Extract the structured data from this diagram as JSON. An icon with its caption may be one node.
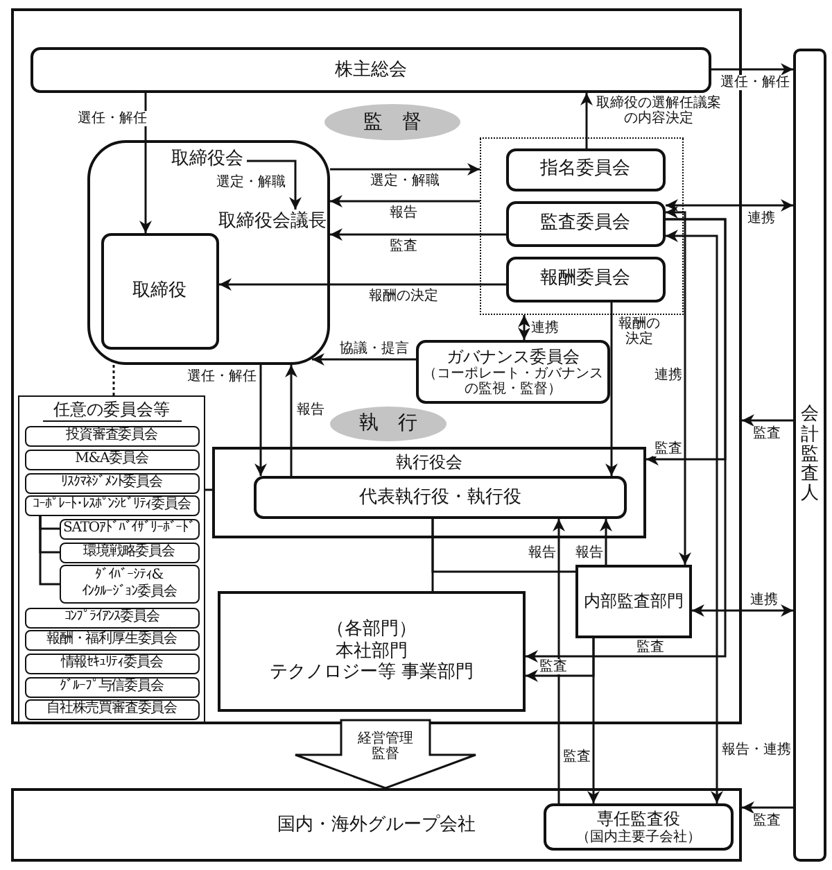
{
  "diagram": {
    "nodes": [
      {
        "text": [],
        "shape": "box"
      },
      {
        "text": [
          "株主総会"
        ],
        "in": 0
      },
      {
        "text": [
          "監督"
        ],
        "in": 0
      },
      {
        "text": [],
        "shape": "box",
        "in": 0
      },
      {
        "text": [
          "取締役会"
        ],
        "in": 3
      },
      {
        "text": [
          "取締役会議長"
        ],
        "in": 3
      },
      {
        "text": [
          "取締役"
        ],
        "in": 3
      },
      {
        "text": [],
        "shape": "box",
        "in": 0
      },
      {
        "text": [
          "指名委員会"
        ],
        "in": 7
      },
      {
        "text": [
          "監査委員会"
        ],
        "in": 7
      },
      {
        "text": [
          "報酬委員会"
        ],
        "in": 7
      },
      {
        "text": [
          "ガバナンス委員会",
          "（コーポレート・ガバナンスの監視・監督）"
        ],
        "in": 0
      },
      {
        "text": [
          "執行"
        ],
        "in": 0
      },
      {
        "text": [
          "執行役会"
        ],
        "in": 0
      },
      {
        "text": [
          "代表執行役・執行役"
        ],
        "in": 13
      },
      {
        "text": [
          "（各部門）",
          "本社部門",
          "テクノロジー等 事業部門"
        ],
        "in": 0
      },
      {
        "text": [
          "内部監査部門"
        ],
        "in": 0
      },
      {
        "text": [
          "任意の委員会等"
        ],
        "in": 0
      },
      {
        "text": [
          "投資審査委員会"
        ],
        "in": 17
      },
      {
        "text": [
          "M&A委員会"
        ],
        "in": 17
      },
      {
        "text": [
          "ﾘｽｸﾏﾈｼﾞﾒﾝﾄ委員会"
        ],
        "in": 17
      },
      {
        "text": [
          "ｺｰﾎﾟﾚｰﾄ･ﾚｽﾎﾟﾝｼﾋﾞﾘﾃｨ委員会"
        ],
        "in": 17
      },
      {
        "text": [
          "SATOｱﾄﾞﾊﾞｲｻﾞﾘｰﾎﾞｰﾄﾞ"
        ],
        "in": 17
      },
      {
        "text": [
          "環境戦略委員会"
        ],
        "in": 17
      },
      {
        "text": [
          "ﾀﾞｲﾊﾞｰｼﾃｨ& ｲﾝｸﾙｰｼﾞｮﾝ委員会"
        ],
        "in": 17
      },
      {
        "text": [
          "ｺﾝﾌﾟﾗｲｱﾝｽ委員会"
        ],
        "in": 17
      },
      {
        "text": [
          "報酬・福利厚生委員会"
        ],
        "in": 17
      },
      {
        "text": [
          "情報ｾｷｭﾘﾃｨ委員会"
        ],
        "in": 17
      },
      {
        "text": [
          "ｸﾞﾙｰﾌﾟ与信委員会"
        ],
        "in": 17
      },
      {
        "text": [
          "自社株売買審査委員会"
        ],
        "in": 17
      },
      {
        "text": [
          "国内・海外グループ会社"
        ]
      },
      {
        "text": [
          "専任監査役",
          "（国内主要子会社）"
        ],
        "in": 30
      },
      {
        "text": [
          "会計監査人"
        ]
      }
    ],
    "edges": [
      {
        "from": 1,
        "to": 6,
        "arrow": "to",
        "label": "選任・解任"
      },
      {
        "from": 1,
        "to": 32,
        "arrow": "to",
        "label": "選任・解任"
      },
      {
        "from": 4,
        "to": 5,
        "arrow": "to",
        "label": "選定・解職"
      },
      {
        "from": 3,
        "to": 7,
        "arrow": "to",
        "label": "選定・解職"
      },
      {
        "from": 7,
        "to": 3,
        "arrow": "to",
        "label": "報告"
      },
      {
        "from": 9,
        "to": 3,
        "arrow": "to",
        "label": "監査"
      },
      {
        "from": 10,
        "to": 6,
        "arrow": "to",
        "label": "報酬の決定"
      },
      {
        "from": 8,
        "to": 1,
        "arrow": "to",
        "label": "取締役の選解任議案の内容決定"
      },
      {
        "from": 7,
        "to": 11,
        "arrow": "both",
        "label": "連携"
      },
      {
        "from": 11,
        "to": 3,
        "arrow": "to",
        "label": "協議・提言"
      },
      {
        "from": 3,
        "to": 14,
        "arrow": "to",
        "label": "選任・解任"
      },
      {
        "from": 14,
        "to": 3,
        "arrow": "to",
        "label": "報告"
      },
      {
        "from": 10,
        "to": 14,
        "arrow": "to",
        "label": "報酬の決定"
      },
      {
        "from": 9,
        "to": 32,
        "arrow": "both",
        "label": "連携"
      },
      {
        "from": 9,
        "to": 16,
        "arrow": "both",
        "label": "連携"
      },
      {
        "from": 9,
        "to": 13,
        "arrow": "to",
        "label": "監査"
      },
      {
        "from": 9,
        "to": 15,
        "arrow": "to",
        "label": "監査"
      },
      {
        "from": 9,
        "to": 31,
        "arrow": "both",
        "label": "報告・連携"
      },
      {
        "from": 16,
        "to": 32,
        "arrow": "both",
        "label": "連携"
      },
      {
        "from": 32,
        "to": 0,
        "arrow": "to",
        "label": "監査"
      },
      {
        "from": 32,
        "to": 30,
        "arrow": "to",
        "label": "監査"
      },
      {
        "from": 16,
        "to": 14,
        "arrow": "to",
        "label": "報告"
      },
      {
        "from": 31,
        "to": 14,
        "arrow": "to",
        "label": "報告"
      },
      {
        "from": 16,
        "to": 15,
        "arrow": "to",
        "label": "監査"
      },
      {
        "from": 16,
        "to": 31,
        "arrow": "to",
        "label": "監査"
      },
      {
        "from": 14,
        "to": 15,
        "arrow": "none"
      },
      {
        "from": 14,
        "to": 16,
        "arrow": "none"
      },
      {
        "from": 17,
        "to": 13,
        "arrow": "none"
      },
      {
        "from": 3,
        "to": 17,
        "arrow": "none",
        "style": "dashed"
      },
      {
        "from": 21,
        "to": 22,
        "arrow": "none"
      },
      {
        "from": 21,
        "to": 23,
        "arrow": "none"
      },
      {
        "from": 21,
        "to": 24,
        "arrow": "none"
      },
      {
        "from": 0,
        "to": 30,
        "arrow": "to",
        "label": "経営管理監督",
        "style": "thick"
      }
    ]
  }
}
